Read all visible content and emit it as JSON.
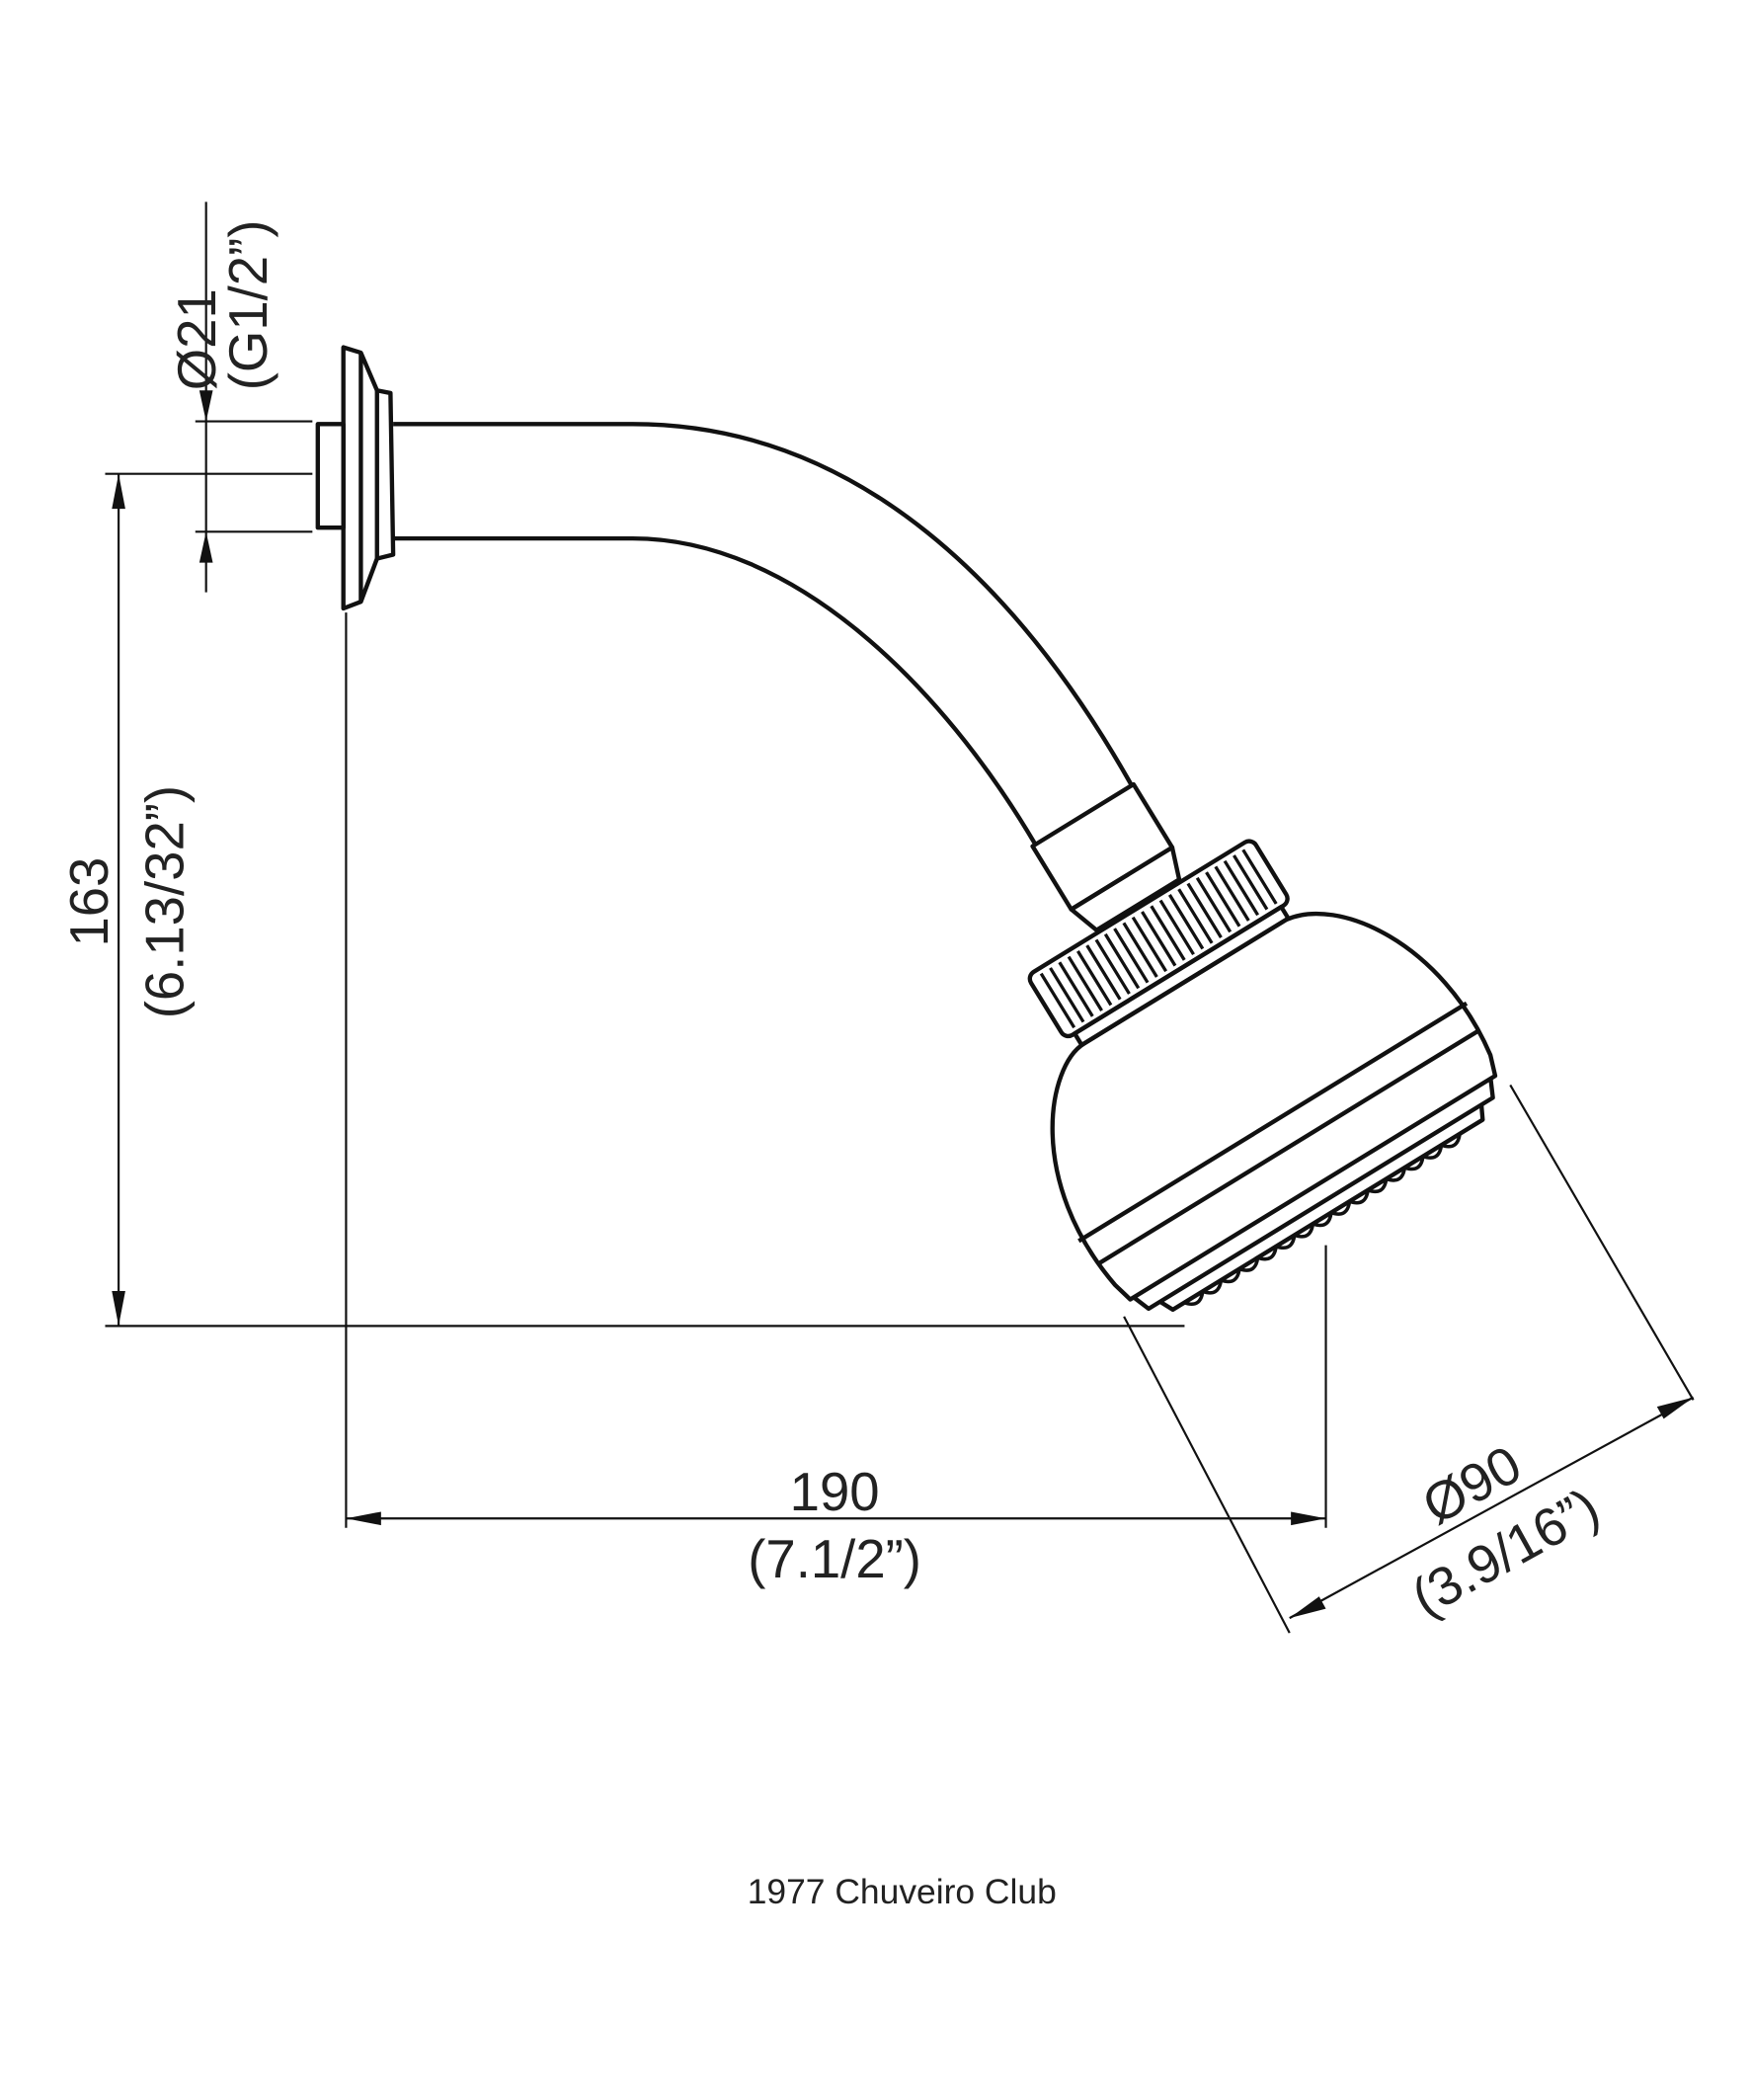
{
  "dimensions": {
    "inlet_diameter": {
      "value": "Ø21",
      "imperial": "(G1/2”)"
    },
    "height": {
      "value": "163",
      "imperial": "(6.13/32”)"
    },
    "projection": {
      "value": "190",
      "imperial": "(7.1/2”)"
    },
    "head_diameter": {
      "value": "Ø90",
      "imperial": "(3.9/16”)"
    }
  },
  "caption": "1977 Chuveiro Club"
}
